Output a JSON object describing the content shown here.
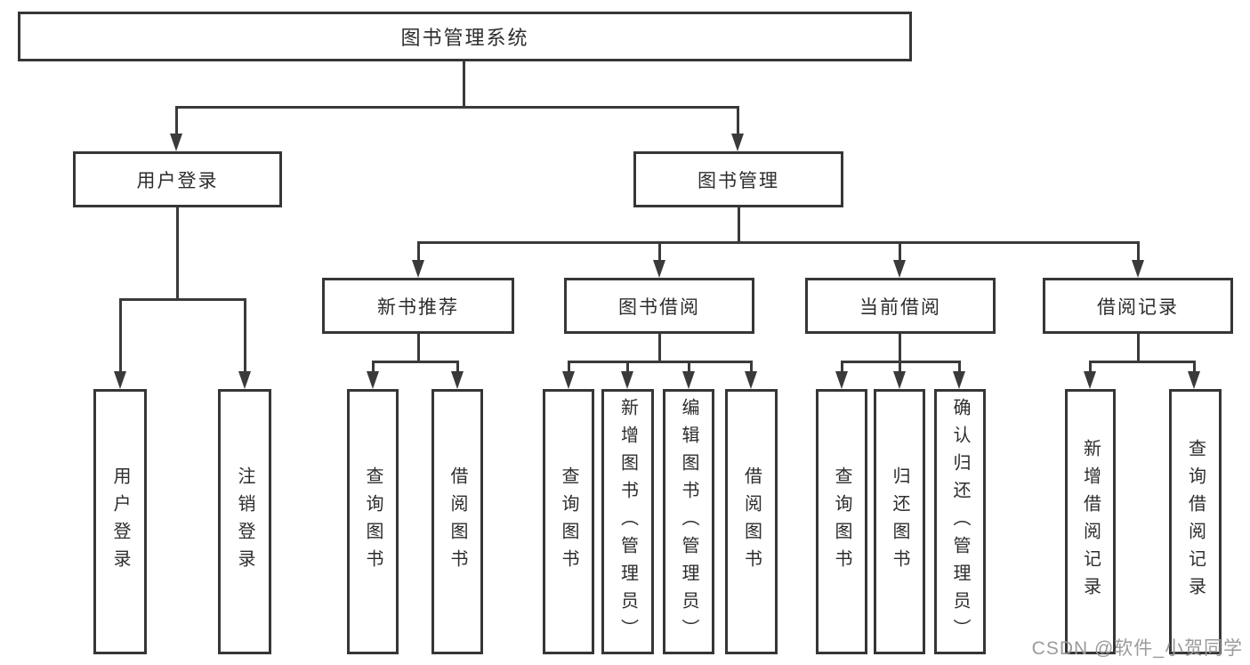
{
  "tree": {
    "label": "图书管理系统",
    "children": [
      {
        "label": "用户登录",
        "children": [
          {
            "label": "用户登录"
          },
          {
            "label": "注销登录"
          }
        ]
      },
      {
        "label": "图书管理",
        "children": [
          {
            "label": "新书推荐",
            "children": [
              {
                "label": "查询图书"
              },
              {
                "label": "借阅图书"
              }
            ]
          },
          {
            "label": "图书借阅",
            "children": [
              {
                "label": "查询图书"
              },
              {
                "label": "新增图书（管理员）"
              },
              {
                "label": "编辑图书（管理员）"
              },
              {
                "label": "借阅图书"
              }
            ]
          },
          {
            "label": "当前借阅",
            "children": [
              {
                "label": "查询图书"
              },
              {
                "label": "归还图书"
              },
              {
                "label": "确认归还（管理员）"
              }
            ]
          },
          {
            "label": "借阅记录",
            "children": [
              {
                "label": "新增借阅记录"
              },
              {
                "label": "查询借阅记录"
              }
            ]
          }
        ]
      }
    ]
  },
  "watermark": {
    "text": "CSDN @软件_小贺同学"
  },
  "colors": {
    "line": "#3a3a3a",
    "border": "#363636",
    "text": "#2d2d2d",
    "watermark": "#9b9b9b",
    "background": "#ffffff"
  }
}
